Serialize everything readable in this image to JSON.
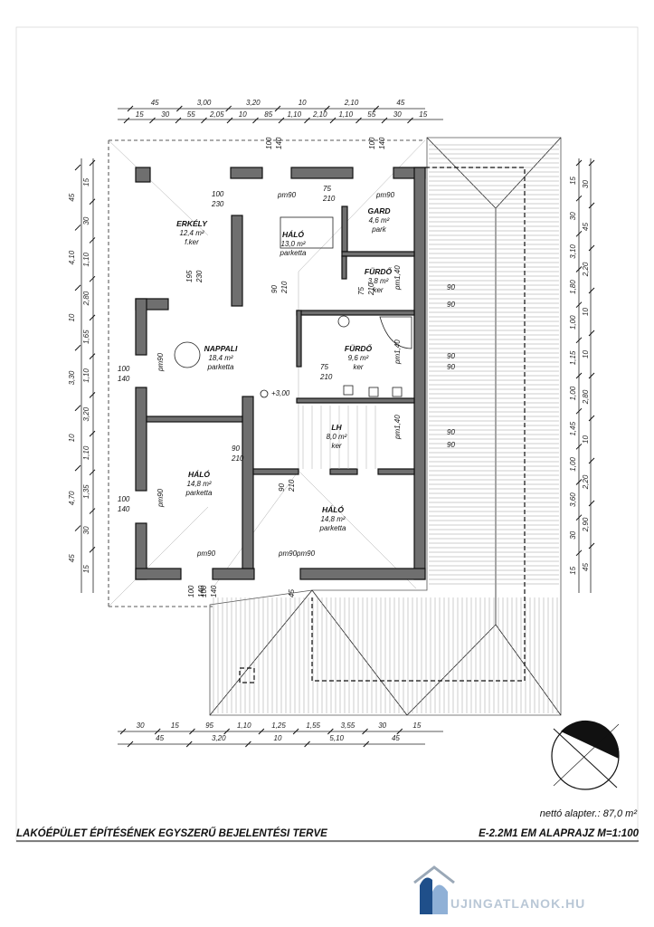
{
  "drawing": {
    "title": "LAKÓÉPÜLET ÉPÍTÉSÉNEK EGYSZERŰ BEJELENTÉSI TERVE",
    "sheet": "E-2.2M1  EM ALAPRAJZ M=1:100",
    "net_area": "nettó alapter.: 87,0 m²",
    "watermark": "UJINGATLANOK.HU",
    "level_mark": "+3,00"
  },
  "rooms": [
    {
      "name": "ERKÉLY",
      "area": "12,4 m²",
      "floor": "f.ker"
    },
    {
      "name": "HÁLÓ",
      "area": "13,0 m²",
      "floor": "parketta"
    },
    {
      "name": "GARD",
      "area": "4,6 m²",
      "floor": "park"
    },
    {
      "name": "FÜRDŐ",
      "area": "3,8 m²",
      "floor": "ker"
    },
    {
      "name": "NAPPALI",
      "area": "18,4 m²",
      "floor": "parketta"
    },
    {
      "name": "FÜRDŐ",
      "area": "9,6 m²",
      "floor": "ker"
    },
    {
      "name": "LH",
      "area": "8,0 m²",
      "floor": "ker"
    },
    {
      "name": "HÁLÓ",
      "area": "14,8 m²",
      "floor": "parketta"
    },
    {
      "name": "HÁLÓ",
      "area": "14,8 m²",
      "floor": "parketta"
    }
  ],
  "dims": {
    "top_outer": [
      "45",
      "3,00",
      "3,20",
      "10",
      "2,10",
      "45"
    ],
    "top_inner": [
      "15",
      "30",
      "55",
      "2,05",
      "10",
      "85",
      "1,10",
      "2,10",
      "1,10",
      "55",
      "30",
      "15"
    ],
    "bottom_inner": [
      "30",
      "15",
      "95",
      "1,10",
      "1,25",
      "1,55",
      "3,55",
      "30",
      "15"
    ],
    "bottom_outer": [
      "45",
      "3,20",
      "10",
      "5,10",
      "45"
    ],
    "left_outer": [
      "45",
      "4,10",
      "10",
      "3,30",
      "10",
      "4,70",
      "45"
    ],
    "left_inner": [
      "15",
      "30",
      "1,10",
      "2,80",
      "1,65",
      "1,10",
      "3,20",
      "1,10",
      "1,35",
      "30",
      "15"
    ],
    "right_inner": [
      "15",
      "30",
      "3,10",
      "1,80",
      "1,00",
      "1,15",
      "1,00",
      "1,45",
      "1,00",
      "3,60",
      "30",
      "15"
    ],
    "right_outer": [
      "30",
      "45",
      "2,20",
      "10",
      "10",
      "2,80",
      "10",
      "2,20",
      "2,90",
      "45"
    ]
  },
  "openings": [
    {
      "size": "100",
      "size2": "230"
    },
    {
      "size": "pm90"
    },
    {
      "size": "75",
      "size2": "210"
    },
    {
      "size": "pm90"
    },
    {
      "size": "195",
      "size2": "230"
    },
    {
      "size": "90",
      "size2": "210"
    },
    {
      "size": "75",
      "size2": "210"
    },
    {
      "size": "pm1,40"
    },
    {
      "size": "100",
      "size2": "140"
    },
    {
      "size": "pm90"
    },
    {
      "size": "75",
      "size2": "210"
    },
    {
      "size": "pm1,40"
    },
    {
      "size": "pm1,40"
    },
    {
      "size": "90",
      "size2": "210"
    },
    {
      "size": "90",
      "size2": "210"
    },
    {
      "size": "100",
      "size2": "140"
    },
    {
      "size": "pm90"
    },
    {
      "size": "pm90"
    },
    {
      "size": "pm90pm90"
    },
    {
      "size": "100",
      "size2": "140"
    },
    {
      "size": "100",
      "size2": "140"
    },
    {
      "size": "45"
    },
    {
      "size": "100",
      "size2": "140"
    },
    {
      "size": "100",
      "size2": "140"
    },
    {
      "size": "90"
    },
    {
      "size": "90"
    },
    {
      "size": "90"
    },
    {
      "size": "90"
    },
    {
      "size": "90"
    },
    {
      "size": "90"
    }
  ]
}
